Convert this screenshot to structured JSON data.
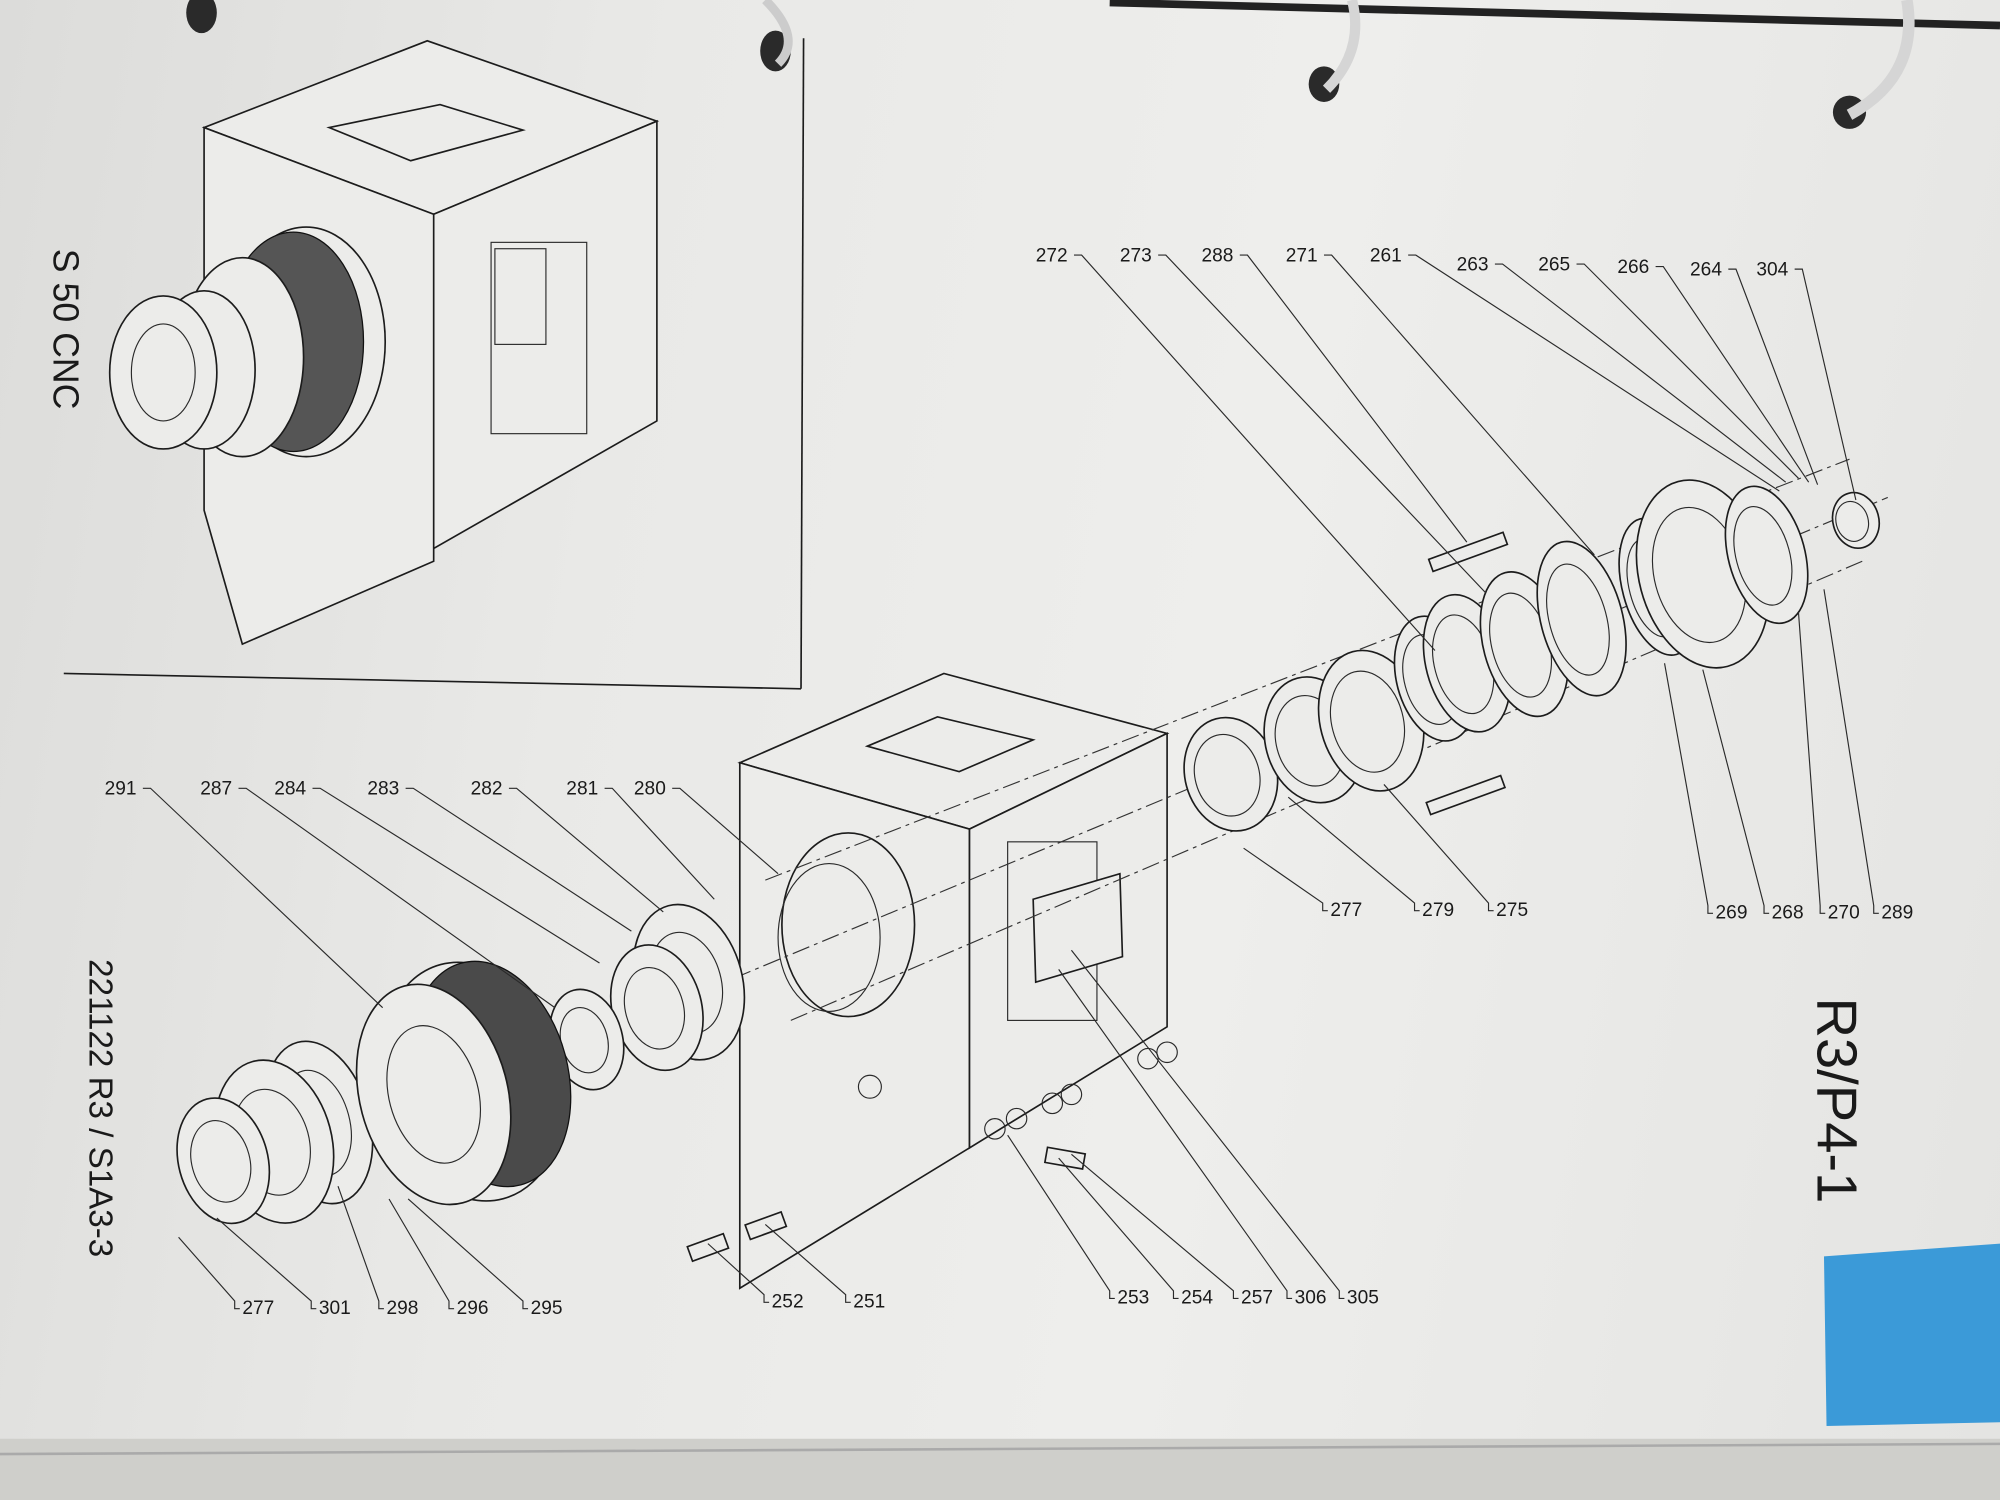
{
  "document": {
    "inset_title": "S 50 CNC",
    "drawing_number": "221122 R3 / S1A3-3",
    "page_ref": "R3/P4-1"
  },
  "part_labels": {
    "top_row": [
      "272",
      "273",
      "288",
      "271",
      "261",
      "263",
      "265",
      "266",
      "264",
      "304"
    ],
    "right_row": [
      "277",
      "279",
      "275",
      "269",
      "268",
      "270",
      "289"
    ],
    "left_row": [
      "291",
      "287",
      "284",
      "283",
      "282",
      "281",
      "280"
    ],
    "bottom_row": [
      "277",
      "301",
      "298",
      "296",
      "295",
      "252",
      "251",
      "253",
      "254",
      "257",
      "306",
      "305"
    ]
  },
  "colors": {
    "paper": "#ececea",
    "ink": "#1c1c1c",
    "tape": "#3b9ad8"
  }
}
